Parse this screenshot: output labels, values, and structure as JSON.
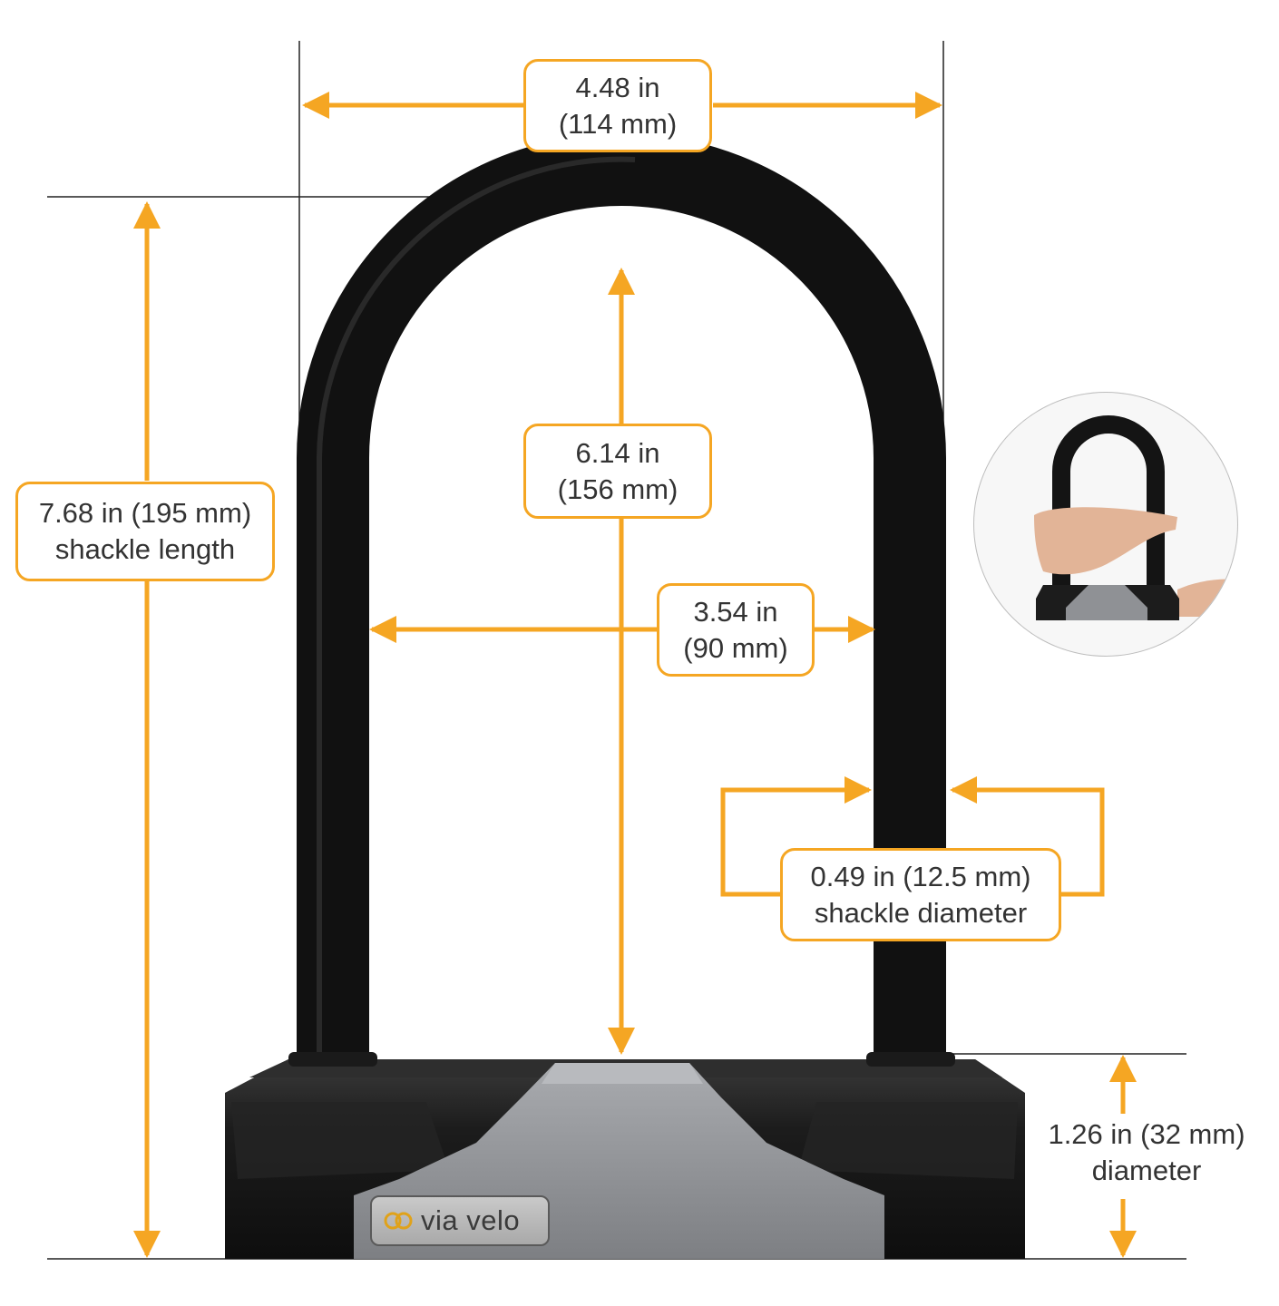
{
  "colors": {
    "accent": "#f5a623",
    "text": "#333333",
    "lock_body": "#1f1f1f",
    "lock_plate": "#8f9195"
  },
  "brand": {
    "name": "via velo",
    "icon": "brand-logo-icon"
  },
  "dimensions": {
    "overall_width": {
      "line1": "4.48 in",
      "line2": "(114 mm)"
    },
    "inner_height": {
      "line1": "6.14 in",
      "line2": "(156 mm)"
    },
    "inner_width": {
      "line1": "3.54 in",
      "line2": "(90 mm)"
    },
    "shackle_length": {
      "line1": "7.68 in (195 mm)",
      "line2": "shackle length"
    },
    "shackle_diameter": {
      "line1": "0.49 in (12.5 mm)",
      "line2": "shackle diameter"
    },
    "body_diameter": {
      "line1": "1.26 in (32 mm)",
      "line2": "diameter"
    }
  },
  "inset": {
    "description_icon": "hand-holding-lock-icon"
  }
}
